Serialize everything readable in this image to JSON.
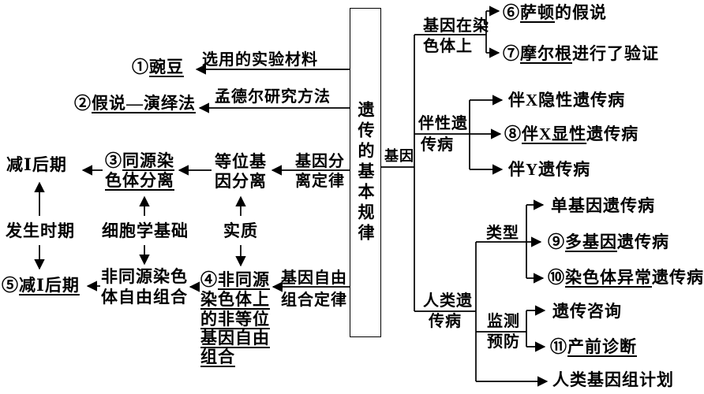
{
  "colors": {
    "text": "#000000",
    "line": "#000000",
    "background": "#ffffff"
  },
  "center": {
    "title": "遗传的基本规律",
    "gene": "基因"
  },
  "mendel": {
    "material_label": "选用的实验材料",
    "pea_pre": "①",
    "pea_u": "豌豆",
    "method_label": "孟德尔研究方法",
    "method_pre": "②",
    "method_u": "假说—演绎法"
  },
  "segregation": {
    "law_l1": "基因分",
    "law_l2": "离定律",
    "allele_l1": "等位基",
    "allele_l2": "因分离",
    "homo_pre": "③",
    "homo_u1": "同源染",
    "homo_u2": "色体分离",
    "phase": "减Ⅰ后期",
    "timing": "发生时期",
    "cytology": "细胞学基础",
    "essence": "实质"
  },
  "combination": {
    "law_l1": "基因自由",
    "law_l2": "组合定律",
    "node_pre": "④",
    "node_l1": "非同源",
    "node_l2": "染色体上",
    "node_l3": "的非等位",
    "node_l4": "基因自由",
    "node_l5": "组合",
    "nonhomo_l1": "非同源染色",
    "nonhomo_l2": "体自由组合",
    "phase_pre": "⑤",
    "phase_u": "减Ⅰ后期"
  },
  "chromosome_branch": {
    "label_l1": "基因在染",
    "label_l2": "色体上",
    "sutton_pre": "⑥",
    "sutton_u": "萨顿",
    "sutton_post": "的假说",
    "morgan_pre": "⑦",
    "morgan_u": "摩尔根",
    "morgan_post": "进行了验证"
  },
  "sex_linked": {
    "label_l1": "伴性遗",
    "label_l2": "传病",
    "x_recessive": "伴X隐性遗传病",
    "x_dominant_pre": "⑧",
    "x_dominant_u": "伴X显性",
    "x_dominant_post": "遗传病",
    "y_linked": "伴Y遗传病"
  },
  "human": {
    "label_l1": "人类遗",
    "label_l2": "传病",
    "type_label": "类型",
    "monogenic": "单基因遗传病",
    "polygenic_pre": "⑨",
    "polygenic_u": "多基因",
    "polygenic_post": "遗传病",
    "chromosomal_pre": "⑩",
    "chromosomal_u": "染色体异常",
    "chromosomal_post": "遗传病",
    "monitor_l1": "监测",
    "monitor_l2": "预防",
    "counseling": "遗传咨询",
    "prenatal_pre": "⑪",
    "prenatal_u": "产前诊断",
    "genome_project": "人类基因组计划"
  }
}
